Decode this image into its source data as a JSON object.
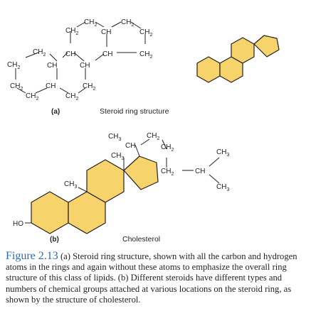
{
  "figure": {
    "label": "Figure 2.13",
    "caption": "(a) Steroid ring structure, shown with all the carbon and hydrogen atoms in the rings and again without these atoms to emphasize the overall ring structure of this class of lipids. (b) Different steroids have different types and numbers of chemical groups attached at various locations on the steroid ring, as shown by the structure of cholesterol."
  },
  "panel_a": {
    "part_label": "(a)",
    "caption": "Steroid ring structure"
  },
  "panel_b": {
    "part_label": "(b)",
    "caption": "Cholesterol",
    "hydroxyl": "HO"
  },
  "groups": {
    "ch": "CH",
    "ch2": "CH",
    "ch3": "CH",
    "sub2": "2",
    "sub3": "3"
  },
  "colors": {
    "ring_fill": "#f7d46b",
    "ring_stroke": "#231f20",
    "figure_label": "#2a6db5"
  }
}
